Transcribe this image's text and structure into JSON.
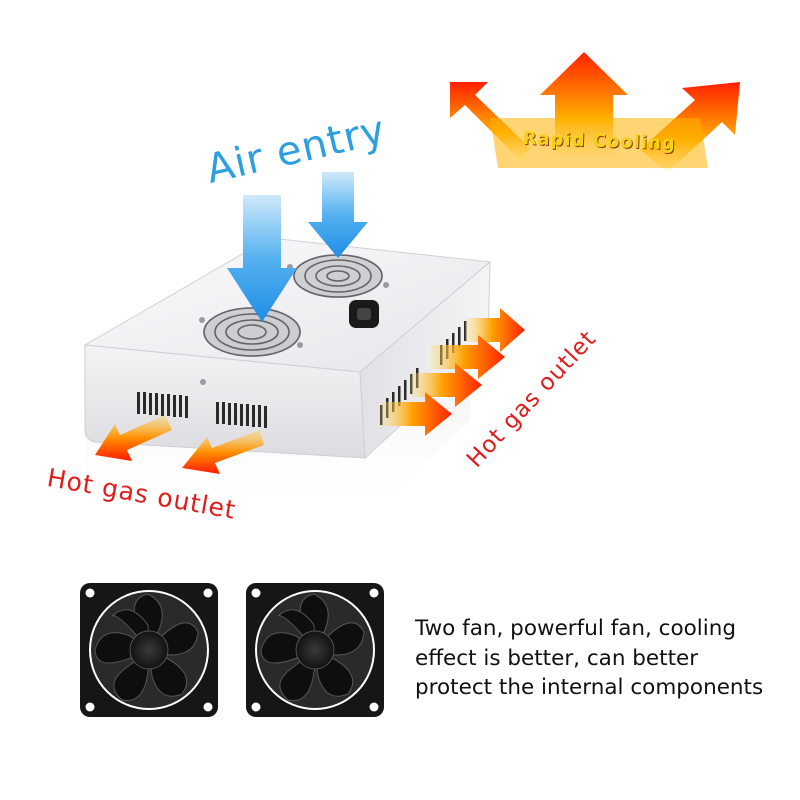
{
  "labels": {
    "air_entry": "Air entry",
    "rapid_cooling": "Rapid Cooling",
    "hot_gas_outlet_left": "Hot gas outlet",
    "hot_gas_outlet_right": "Hot gas outlet"
  },
  "description": {
    "line1": "Two fan, powerful fan, cooling",
    "line2": "effect is better, can better",
    "line3": "protect the internal components"
  },
  "colors": {
    "air_arrow": "#2196e8",
    "hot_text": "#e01b1b",
    "heat_gradient_start": "#ff2a00",
    "heat_gradient_end": "#ffd200"
  }
}
